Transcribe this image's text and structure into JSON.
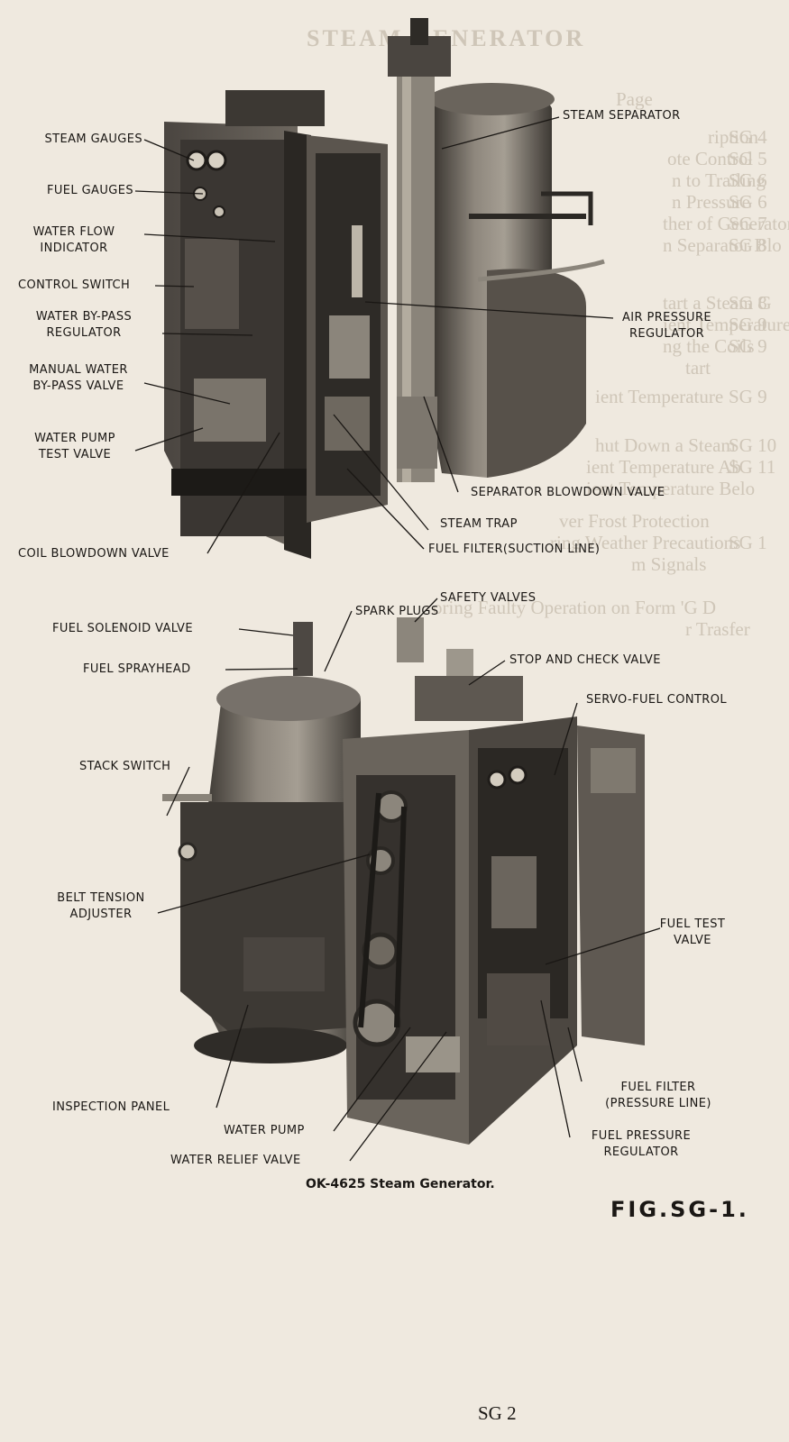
{
  "bleed_through": {
    "title": "STEAM GENERATOR",
    "page_header": "Page",
    "lines": [
      "ription",
      "ote Control",
      "n to Trailing",
      "n Pressure",
      "ther of Generator",
      "n Separator Blo",
      "tart a Steam G",
      "ient Temperature",
      "ng the Coils",
      "tart",
      "ient Temperature",
      "hut Down a Steam",
      "ient Temperature Ab",
      "ient Temperature Belo",
      "ver Frost Protection",
      "ring Weather Precautions",
      "m Signals",
      "oring Faulty Operation on Form 'G D",
      "r Trasfer"
    ],
    "page_refs": [
      "SG 4",
      "SG 5",
      "SG 6",
      "SG 6",
      "SG 7",
      "SG 8",
      "SG 8",
      "SG 9",
      "SG 9",
      "SG 9",
      "SG 10",
      "SG 11",
      "SG 1"
    ]
  },
  "upper_labels": {
    "steam_gauges": "STEAM GAUGES",
    "fuel_gauges": "FUEL GAUGES",
    "water_flow_indicator_1": "WATER FLOW",
    "water_flow_indicator_2": "INDICATOR",
    "control_switch": "CONTROL SWITCH",
    "water_bypass_regulator_1": "WATER BY-PASS",
    "water_bypass_regulator_2": "REGULATOR",
    "manual_water_bypass_1": "MANUAL WATER",
    "manual_water_bypass_2": "BY-PASS VALVE",
    "water_pump_test_1": "WATER PUMP",
    "water_pump_test_2": "TEST VALVE",
    "coil_blowdown_valve": "COIL BLOWDOWN VALVE",
    "steam_separator": "STEAM SEPARATOR",
    "air_pressure_regulator_1": "AIR PRESSURE",
    "air_pressure_regulator_2": "REGULATOR",
    "separator_blowdown_valve": "SEPARATOR BLOWDOWN VALVE",
    "steam_trap": "STEAM TRAP",
    "fuel_filter_suction": "FUEL FILTER(SUCTION LINE)"
  },
  "lower_labels": {
    "spark_plugs": "SPARK PLUGS",
    "fuel_solenoid_valve": "FUEL SOLENOID VALVE",
    "safety_valves": "SAFETY VALVES",
    "fuel_sprayhead": "FUEL SPRAYHEAD",
    "stop_and_check_valve": "STOP AND CHECK VALVE",
    "servo_fuel_control": "SERVO-FUEL CONTROL",
    "stack_switch": "STACK SWITCH",
    "belt_tension_1": "BELT TENSION",
    "belt_tension_2": "ADJUSTER",
    "fuel_test_valve_1": "FUEL TEST",
    "fuel_test_valve_2": "VALVE",
    "fuel_filter_pressure_1": "FUEL FILTER",
    "fuel_filter_pressure_2": "(PRESSURE LINE)",
    "inspection_panel": "INSPECTION PANEL",
    "water_pump": "WATER PUMP",
    "fuel_pressure_regulator_1": "FUEL PRESSURE",
    "fuel_pressure_regulator_2": "REGULATOR",
    "water_relief_valve": "WATER RELIEF VALVE"
  },
  "caption": "OK-4625 Steam Generator.",
  "figure_id": "FIG.SG-1.",
  "page_number": "SG 2",
  "colors": {
    "paper": "#efe9df",
    "ink": "#1a1714",
    "bleed": "#cfc6b8"
  }
}
